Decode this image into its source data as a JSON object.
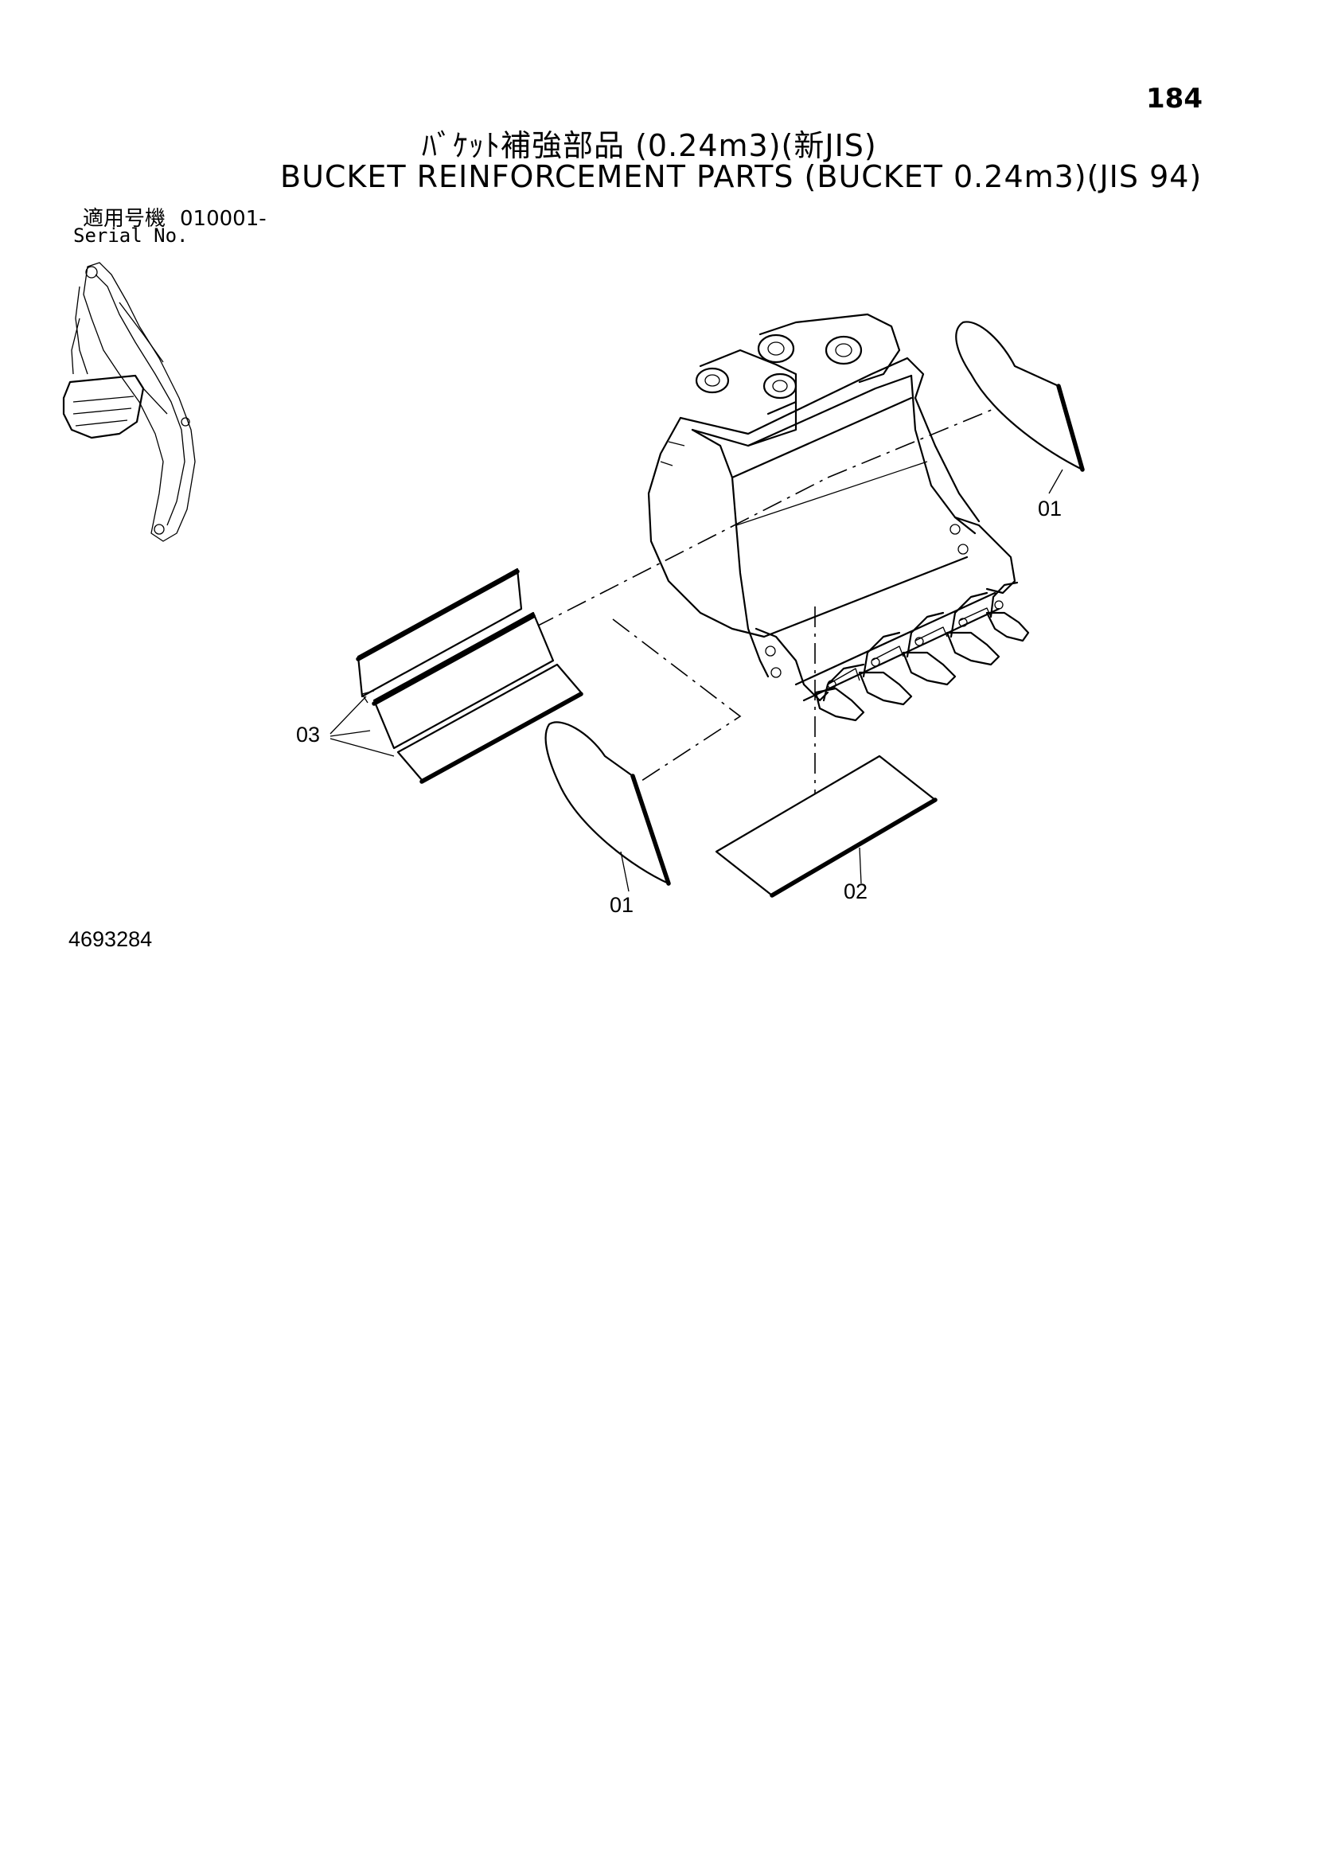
{
  "page_number": "184",
  "title_jp": "ﾊﾞｹｯﾄ補強部品 (0.24m3)(新JIS)",
  "title_en": "BUCKET REINFORCEMENT PARTS (BUCKET 0.24m3)(JIS 94)",
  "serial": {
    "label_jp": "適用号機",
    "value": "010001-",
    "label_en": "Serial No."
  },
  "callouts": {
    "side_plate_right": "01",
    "side_plate_left": "01",
    "bottom_plate": "02",
    "wear_strips": "03"
  },
  "document_number": "4693284"
}
